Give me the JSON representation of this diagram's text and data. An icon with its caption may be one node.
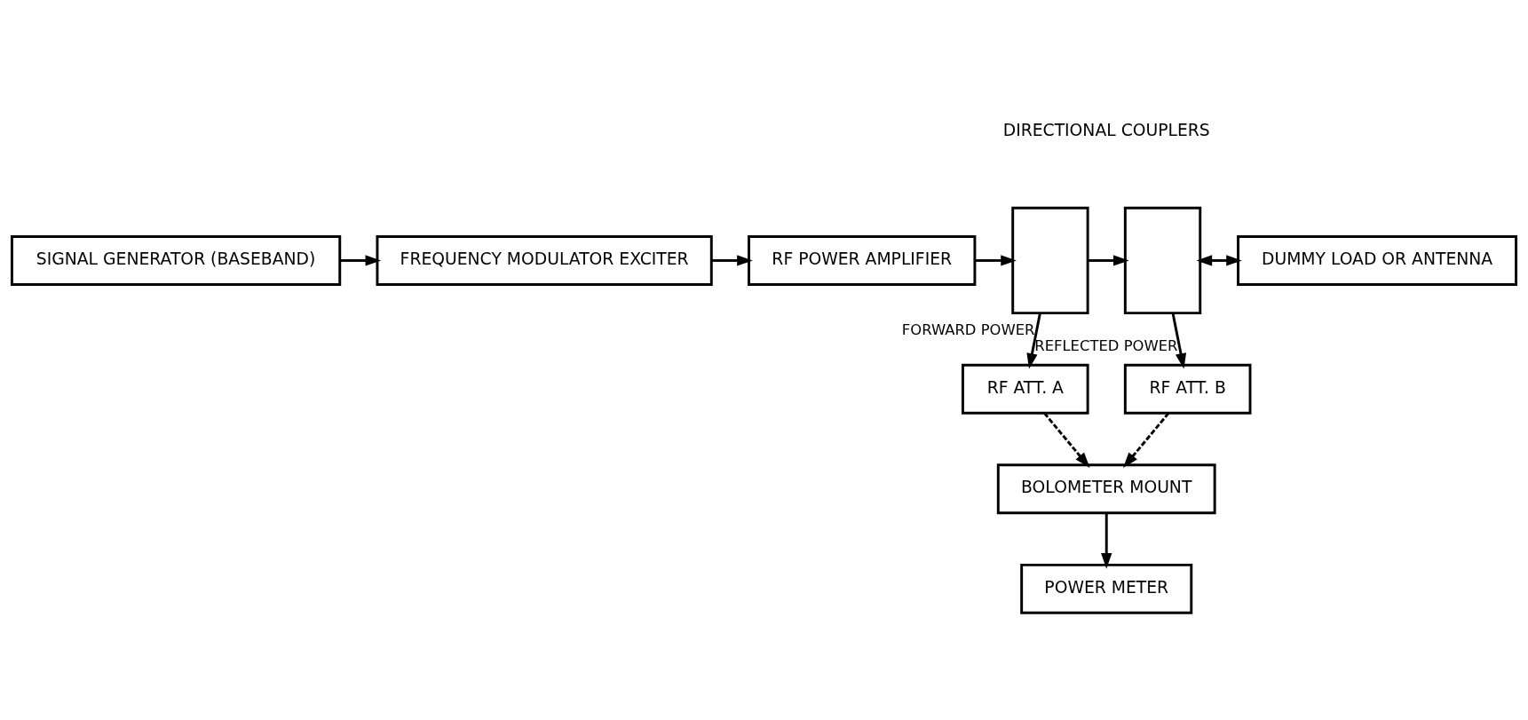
{
  "diagram": {
    "nodes": [
      {
        "text": [
          "SIGNAL GENERATOR (BASEBAND)"
        ]
      },
      {
        "text": [
          "FREQUENCY MODULATOR EXCITER"
        ]
      },
      {
        "text": [
          "RF POWER AMPLIFIER"
        ]
      },
      {
        "text": [],
        "shape": "box"
      },
      {
        "text": [],
        "shape": "box"
      },
      {
        "text": [
          "DUMMY LOAD OR ANTENNA"
        ]
      },
      {
        "text": [
          "RF ATT. A"
        ]
      },
      {
        "text": [
          "RF ATT. B"
        ]
      },
      {
        "text": [
          "BOLOMETER MOUNT"
        ]
      },
      {
        "text": [
          "POWER METER"
        ]
      }
    ],
    "edges": [
      {
        "from": 0,
        "to": 1,
        "arrow": "to"
      },
      {
        "from": 1,
        "to": 2,
        "arrow": "to"
      },
      {
        "from": 2,
        "to": 3,
        "arrow": "to"
      },
      {
        "from": 3,
        "to": 4,
        "arrow": "to"
      },
      {
        "from": 4,
        "to": 5,
        "arrow": "both"
      },
      {
        "from": 3,
        "to": 6,
        "arrow": "to",
        "label": "FORWARD POWER"
      },
      {
        "from": 4,
        "to": 7,
        "arrow": "to",
        "label": "REFLECTED POWER"
      },
      {
        "from": 6,
        "to": 8,
        "arrow": "to",
        "style": "dashed"
      },
      {
        "from": 7,
        "to": 8,
        "arrow": "to",
        "style": "dashed"
      },
      {
        "from": 8,
        "to": 9,
        "arrow": "to"
      }
    ],
    "labels": [
      "DIRECTIONAL COUPLERS"
    ]
  }
}
